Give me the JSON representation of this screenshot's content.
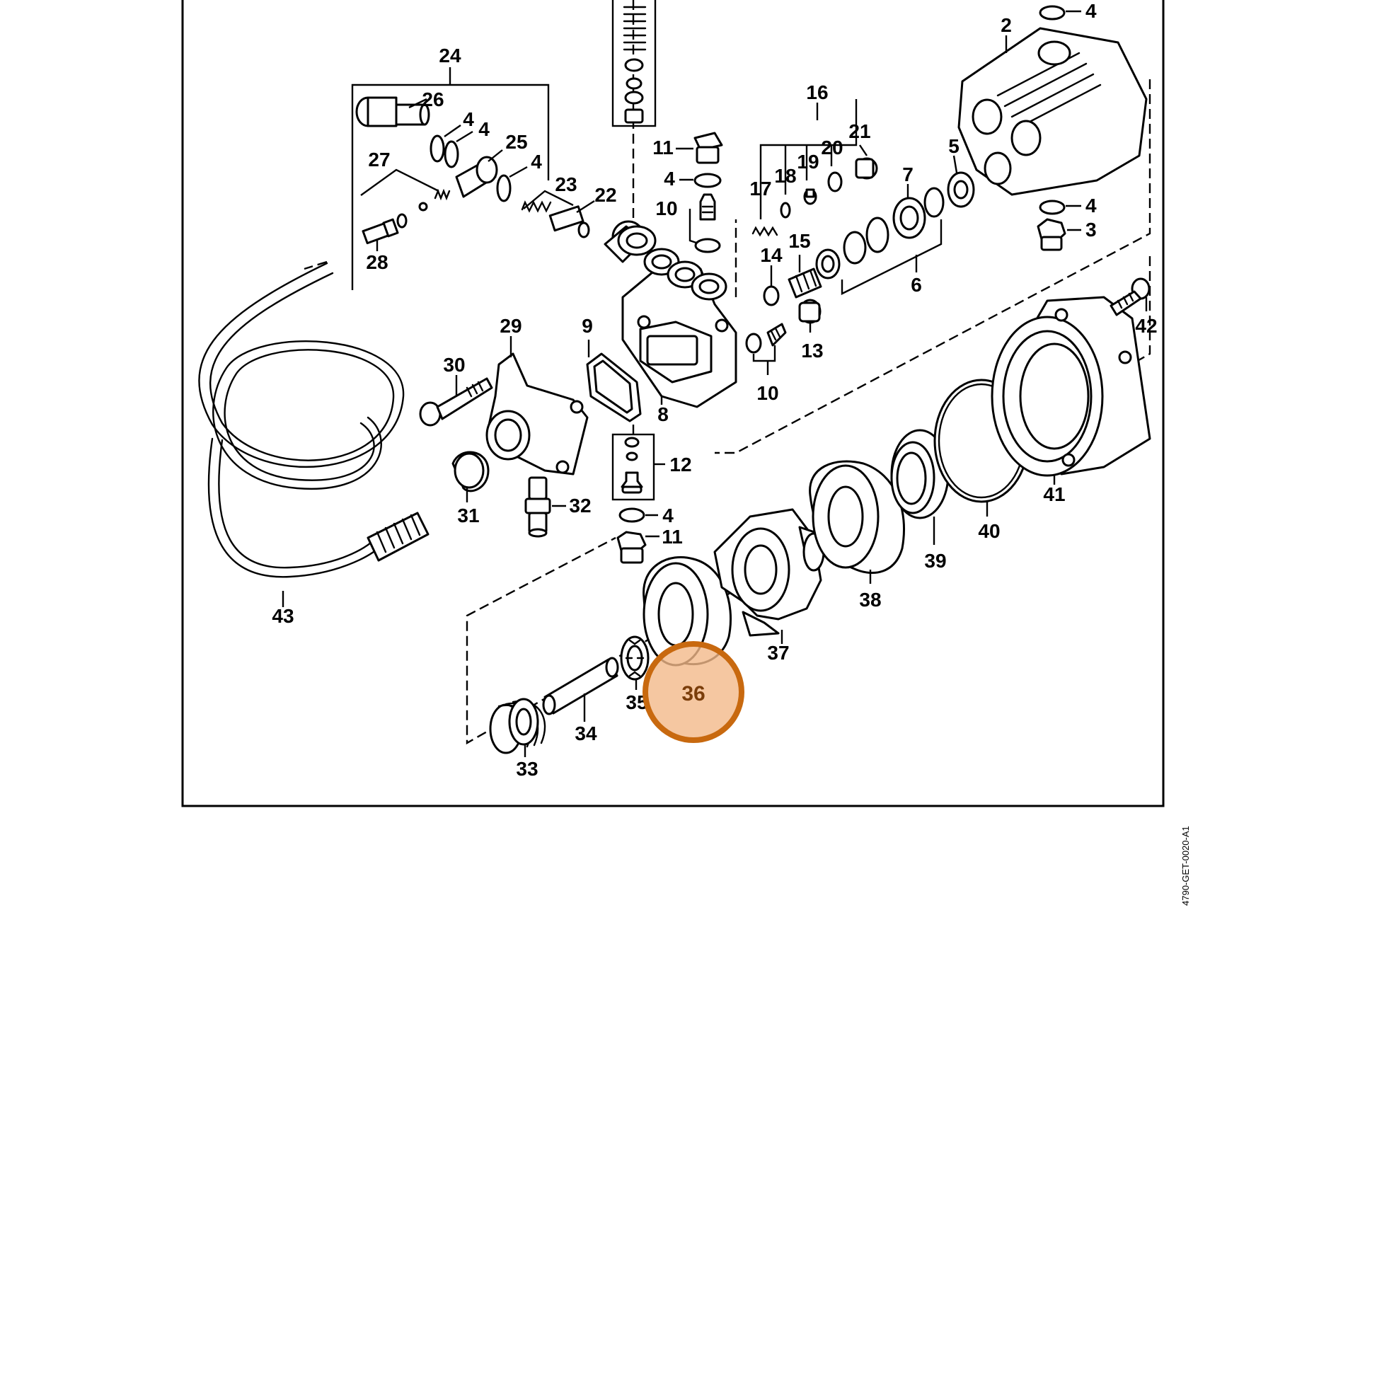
{
  "figure": {
    "document_code": "4790-GET-0020-A1",
    "highlight": {
      "label": "36",
      "color": "#c8690f",
      "fill": "#f2b98a"
    }
  },
  "callouts": {
    "c2": "2",
    "c3": "3",
    "c4": "4",
    "c5": "5",
    "c6": "6",
    "c7": "7",
    "c8": "8",
    "c9": "9",
    "c10": "10",
    "c11": "11",
    "c12": "12",
    "c13": "13",
    "c14": "14",
    "c15": "15",
    "c16": "16",
    "c17": "17",
    "c18": "18",
    "c19": "19",
    "c20": "20",
    "c21": "21",
    "c22": "22",
    "c23": "23",
    "c24": "24",
    "c25": "25",
    "c26": "26",
    "c27": "27",
    "c28": "28",
    "c29": "29",
    "c30": "30",
    "c31": "31",
    "c32": "32",
    "c33": "33",
    "c34": "34",
    "c35": "35",
    "c37": "37",
    "c38": "38",
    "c39": "39",
    "c40": "40",
    "c41": "41",
    "c42": "42",
    "c43": "43"
  }
}
